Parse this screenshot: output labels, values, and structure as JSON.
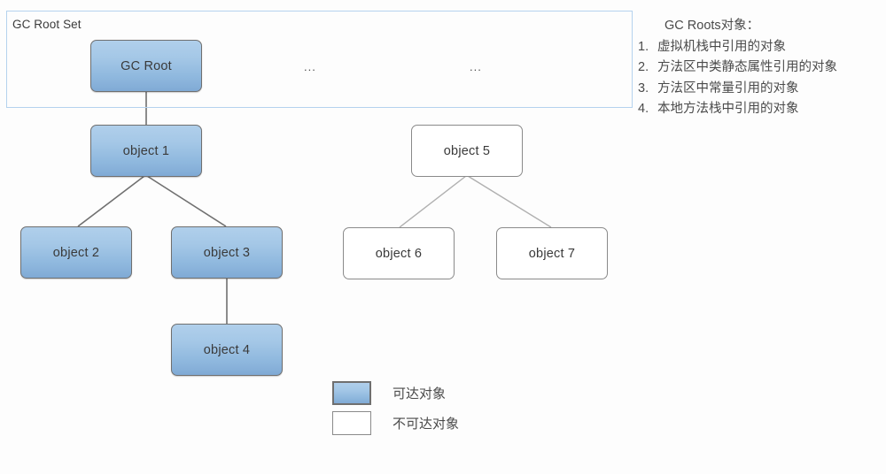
{
  "diagram": {
    "title": "GC Roots Reachability Diagram",
    "colors": {
      "reachable_fill_top": "#b0cfeb",
      "reachable_fill_bottom": "#80aad5",
      "reachable_border": "#6f6f6f",
      "unreachable_fill": "#ffffff",
      "unreachable_border": "#8a8a8a",
      "container_border": "#b5d2ee",
      "edge_dark": "#707070",
      "edge_light": "#b0b0b0",
      "text": "#4a4a4a",
      "background": "#fdfdfd"
    }
  },
  "root_set": {
    "label": "GC Root Set",
    "ellipses": [
      "...",
      "..."
    ]
  },
  "nodes": [
    {
      "id": "gc-root",
      "label": "GC Root",
      "state": "reachable"
    },
    {
      "id": "object-1",
      "label": "object 1",
      "state": "reachable"
    },
    {
      "id": "object-2",
      "label": "object 2",
      "state": "reachable"
    },
    {
      "id": "object-3",
      "label": "object 3",
      "state": "reachable"
    },
    {
      "id": "object-4",
      "label": "object 4",
      "state": "reachable"
    },
    {
      "id": "object-5",
      "label": "object 5",
      "state": "unreachable"
    },
    {
      "id": "object-6",
      "label": "object 6",
      "state": "unreachable"
    },
    {
      "id": "object-7",
      "label": "object 7",
      "state": "unreachable"
    }
  ],
  "note": {
    "title": "GC Roots对象：",
    "items": [
      {
        "num": "1.",
        "text": "虚拟机栈中引用的对象"
      },
      {
        "num": "2.",
        "text": "方法区中类静态属性引用的对象"
      },
      {
        "num": "3.",
        "text": "方法区中常量引用的对象"
      },
      {
        "num": "4.",
        "text": "本地方法栈中引用的对象"
      }
    ]
  },
  "legend": {
    "rows": [
      {
        "state": "reachable",
        "label": "可达对象"
      },
      {
        "state": "unreachable",
        "label": "不可达对象"
      }
    ]
  }
}
